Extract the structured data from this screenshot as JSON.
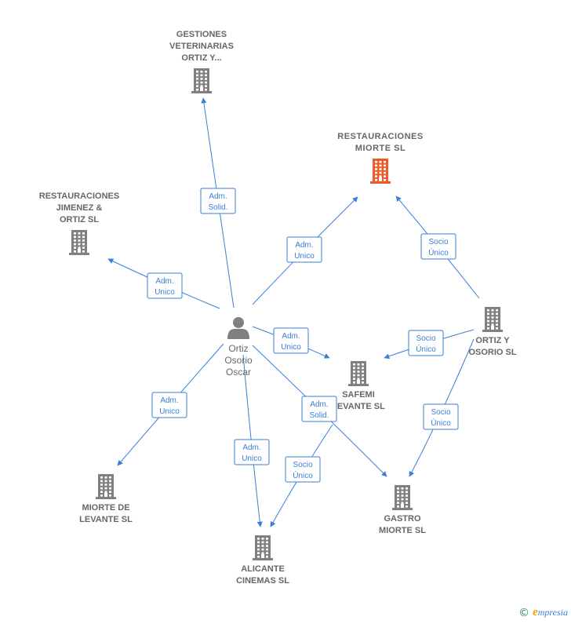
{
  "graph": {
    "nodes": [
      {
        "id": "gestiones",
        "type": "company",
        "lines": [
          "GESTIONES",
          "VETERINARIAS",
          "ORTIZ Y..."
        ],
        "color": "#808080"
      },
      {
        "id": "restauraciones_miorte",
        "type": "company",
        "lines": [
          "RESTAURACIONES",
          "MIORTE  SL"
        ],
        "color": "#f05a28",
        "highlight": true
      },
      {
        "id": "restauraciones_jimenez",
        "type": "company",
        "lines": [
          "RESTAURACIONES",
          "JIMENEZ &",
          "ORTIZ  SL"
        ],
        "color": "#808080"
      },
      {
        "id": "ortiz_osorio_oscar",
        "type": "person",
        "lines": [
          "Ortiz",
          "Osorio",
          "Oscar"
        ],
        "color": "#808080"
      },
      {
        "id": "ortiz_y_osorio",
        "type": "company",
        "lines": [
          "ORTIZ Y",
          "OSORIO  SL"
        ],
        "color": "#808080"
      },
      {
        "id": "safemi",
        "type": "company",
        "lines": [
          "SAFEMI",
          "LEVANTE SL"
        ],
        "color": "#808080"
      },
      {
        "id": "miorte_levante",
        "type": "company",
        "lines": [
          "MIORTE DE",
          "LEVANTE  SL"
        ],
        "color": "#808080"
      },
      {
        "id": "gastro_miorte",
        "type": "company",
        "lines": [
          "GASTRO",
          "MIORTE  SL"
        ],
        "color": "#808080"
      },
      {
        "id": "alicante_cinemas",
        "type": "company",
        "lines": [
          "ALICANTE",
          "CINEMAS  SL"
        ],
        "color": "#808080"
      }
    ],
    "edges": [
      {
        "id": "e1",
        "from": "ortiz_osorio_oscar",
        "to": "gestiones",
        "label": [
          "Adm.",
          "Solid."
        ]
      },
      {
        "id": "e2",
        "from": "ortiz_osorio_oscar",
        "to": "restauraciones_miorte",
        "label": [
          "Adm.",
          "Unico"
        ]
      },
      {
        "id": "e3",
        "from": "ortiz_osorio_oscar",
        "to": "restauraciones_jimenez",
        "label": [
          "Adm.",
          "Unico"
        ]
      },
      {
        "id": "e4",
        "from": "ortiz_osorio_oscar",
        "to": "safemi",
        "label": [
          "Adm.",
          "Unico"
        ]
      },
      {
        "id": "e5",
        "from": "ortiz_osorio_oscar",
        "to": "miorte_levante",
        "label": [
          "Adm.",
          "Unico"
        ]
      },
      {
        "id": "e6",
        "from": "ortiz_osorio_oscar",
        "to": "alicante_cinemas",
        "label": [
          "Adm.",
          "Unico"
        ]
      },
      {
        "id": "e7",
        "from": "ortiz_osorio_oscar",
        "to": "gastro_miorte",
        "label": [
          "Adm.",
          "Solid."
        ]
      },
      {
        "id": "e8",
        "from": "ortiz_y_osorio",
        "to": "restauraciones_miorte",
        "label": [
          "Socio",
          "Único"
        ]
      },
      {
        "id": "e9",
        "from": "ortiz_y_osorio",
        "to": "safemi",
        "label": [
          "Socio",
          "Único"
        ]
      },
      {
        "id": "e10",
        "from": "ortiz_y_osorio",
        "to": "gastro_miorte",
        "label": [
          "Socio",
          "Único"
        ]
      },
      {
        "id": "e11",
        "from": "safemi",
        "to": "alicante_cinemas",
        "label": [
          "Socio",
          "Único"
        ]
      }
    ]
  },
  "footer": {
    "copyright_symbol": "©",
    "brand_initial": "e",
    "brand_rest": "mpresia"
  },
  "colors": {
    "edge": "#3a7fd5",
    "node_default": "#808080",
    "node_highlight": "#f05a28"
  }
}
